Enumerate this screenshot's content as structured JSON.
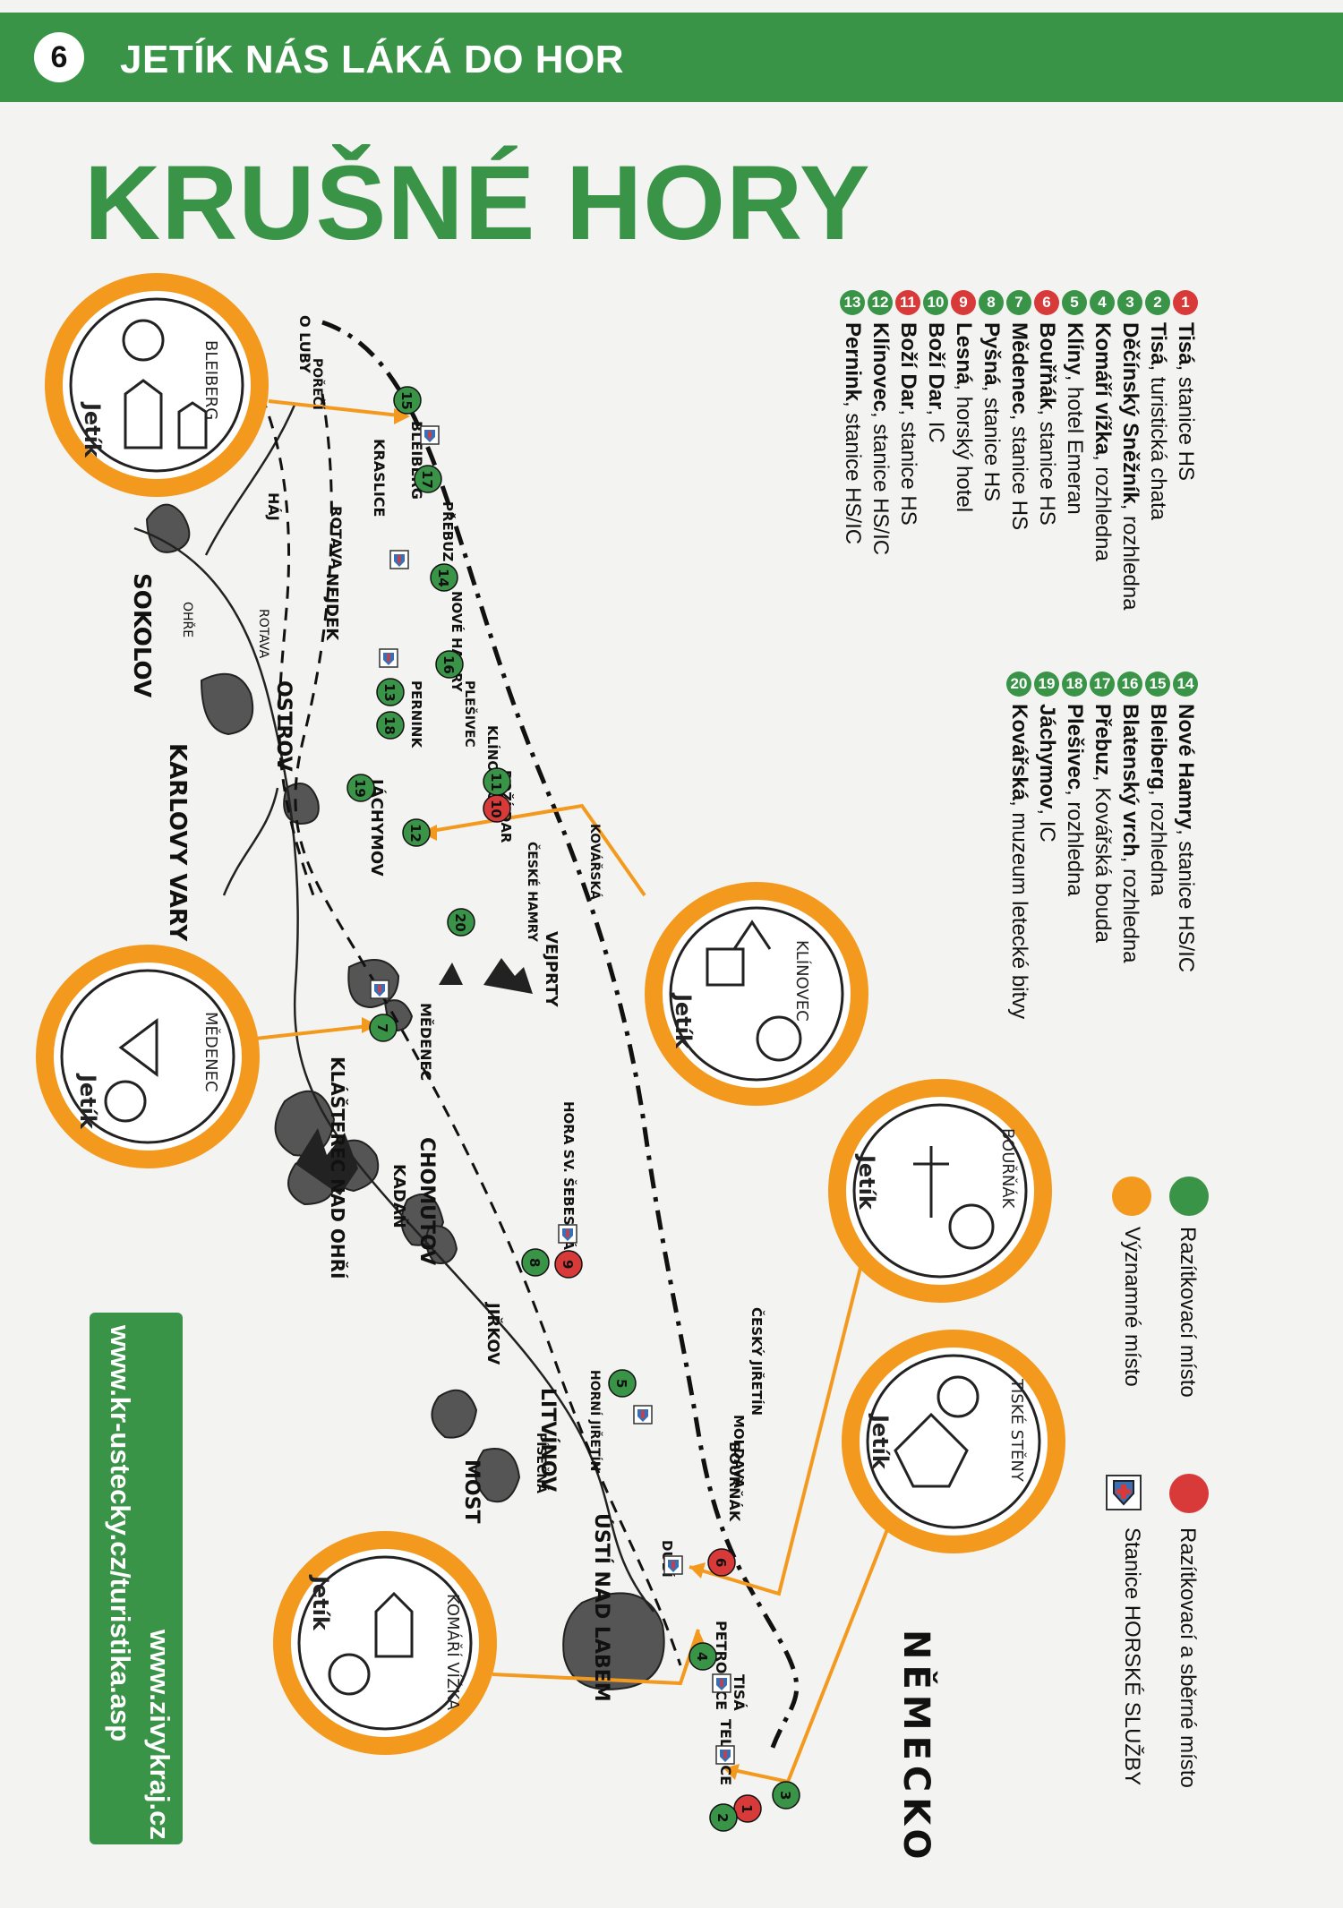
{
  "header": {
    "page_number": "6",
    "title": "JETÍK NÁS LÁKÁ DO HOR"
  },
  "main_title": "KRUŠNÉ HORY",
  "legend_list_1": [
    {
      "num": "1",
      "color": "red",
      "name": "Tisá",
      "desc": ", stanice HS"
    },
    {
      "num": "2",
      "color": "green",
      "name": "Tisá",
      "desc": ", turistická chata"
    },
    {
      "num": "3",
      "color": "green",
      "name": "Děčínský Sněžník",
      "desc": ", rozhledna"
    },
    {
      "num": "4",
      "color": "green",
      "name": "Komáří vížka",
      "desc": ", rozhledna"
    },
    {
      "num": "5",
      "color": "green",
      "name": "Klíny",
      "desc": ", hotel Emeran"
    },
    {
      "num": "6",
      "color": "red",
      "name": "Bouřňák",
      "desc": ", stanice HS"
    },
    {
      "num": "7",
      "color": "green",
      "name": "Mědenec",
      "desc": ", stanice HS"
    },
    {
      "num": "8",
      "color": "green",
      "name": "Pyšná",
      "desc": ", stanice HS"
    },
    {
      "num": "9",
      "color": "red",
      "name": "Lesná",
      "desc": ", horský hotel"
    },
    {
      "num": "10",
      "color": "green",
      "name": "Boží Dar",
      "desc": ", IC"
    },
    {
      "num": "11",
      "color": "red",
      "name": "Boží Dar",
      "desc": ", stanice HS"
    },
    {
      "num": "12",
      "color": "green",
      "name": "Klínovec",
      "desc": ", stanice HS/IC"
    },
    {
      "num": "13",
      "color": "green",
      "name": "Pernink",
      "desc": ", stanice HS/IC"
    }
  ],
  "legend_list_2": [
    {
      "num": "14",
      "color": "green",
      "name": "Nové Hamry",
      "desc": ", stanice HS/IC"
    },
    {
      "num": "15",
      "color": "green",
      "name": "Bleiberg",
      "desc": ", rozhledna"
    },
    {
      "num": "16",
      "color": "green",
      "name": "Blatenský vrch",
      "desc": ", rozhledna"
    },
    {
      "num": "17",
      "color": "green",
      "name": "Přebuz",
      "desc": ", Kovářská bouda"
    },
    {
      "num": "18",
      "color": "green",
      "name": "Plešivec",
      "desc": ", rozhledna"
    },
    {
      "num": "19",
      "color": "green",
      "name": "Jáchymov",
      "desc": ", IC"
    },
    {
      "num": "20",
      "color": "green",
      "name": "Kovářská",
      "desc": ", muzeum letecké bitvy"
    }
  ],
  "key": {
    "stamp_place": "Razítkovací místo",
    "stamp_collect_place": "Razítkovací a sběrné místo",
    "notable_place": "Významné místo",
    "mountain_service_station": "Stanice HORSKÉ SLUŽBY"
  },
  "urls": [
    "www.zivykraj.cz",
    "www.kr-ustecky.cz/turistika.asp"
  ],
  "colors": {
    "green": "#3a9448",
    "red": "#d83a3a",
    "orange": "#f39a1e"
  },
  "map": {
    "country_label": "NĚMECKO",
    "towns": [
      "SOKOLOV",
      "KARLOVY VARY",
      "OSTROV",
      "CHOMUTOV",
      "MOST",
      "LITVÍNOV",
      "JIŘKOV",
      "ÚSTÍ NAD LABEM",
      "KLÁŠTEREC NAD OHŘÍ",
      "KADAŇ",
      "JÁCHYMOV",
      "NEJDEK",
      "ROTAVA",
      "KRASLICE",
      "BLEIBERG",
      "VEJPRTY",
      "MĚDENEC",
      "HORA SV. ŠEBESTIÁNA",
      "NOVÉ HAMRY",
      "PERNINK",
      "BOŽÍ DAR",
      "KLÍNOVEC",
      "PŘEBUZ",
      "BOUŘŇÁK",
      "PETROVICE",
      "TISÁ",
      "TELNICE",
      "DUBÍ",
      "MOLDAVA",
      "HORNÍ JIŘETÍN",
      "PÍSEČNÁ",
      "ČESKÝ JIŘETÍN",
      "PLEŠIVEC",
      "KOVÁŘSKÁ",
      "ČESKÉ HAMRY",
      "HÁJ",
      "O LUBY",
      "POŘEČÍ"
    ],
    "rivers": [
      "OHŘE",
      "ROTAVA"
    ],
    "medallion_texts": [
      "BLEIBERG",
      "KLÍNOVEC",
      "MĚDENEC",
      "BOUŘŇÁK",
      "TISKÉ STĚNY",
      "KOMÁŘÍ VÍŽKA",
      "Jetík",
      "Jetík",
      "Jetík",
      "Jetík",
      "Jetík",
      "Jetík"
    ],
    "points": [
      {
        "num": "1",
        "color": "red"
      },
      {
        "num": "2",
        "color": "green"
      },
      {
        "num": "3",
        "color": "green"
      },
      {
        "num": "4",
        "color": "green"
      },
      {
        "num": "5",
        "color": "green"
      },
      {
        "num": "6",
        "color": "red"
      },
      {
        "num": "7",
        "color": "green"
      },
      {
        "num": "8",
        "color": "green"
      },
      {
        "num": "9",
        "color": "red"
      },
      {
        "num": "10",
        "color": "red"
      },
      {
        "num": "11",
        "color": "green"
      },
      {
        "num": "12",
        "color": "green"
      },
      {
        "num": "13",
        "color": "green"
      },
      {
        "num": "14",
        "color": "green"
      },
      {
        "num": "15",
        "color": "green"
      },
      {
        "num": "16",
        "color": "green"
      },
      {
        "num": "17",
        "color": "green"
      },
      {
        "num": "18",
        "color": "green"
      },
      {
        "num": "19",
        "color": "green"
      },
      {
        "num": "20",
        "color": "green"
      }
    ]
  }
}
